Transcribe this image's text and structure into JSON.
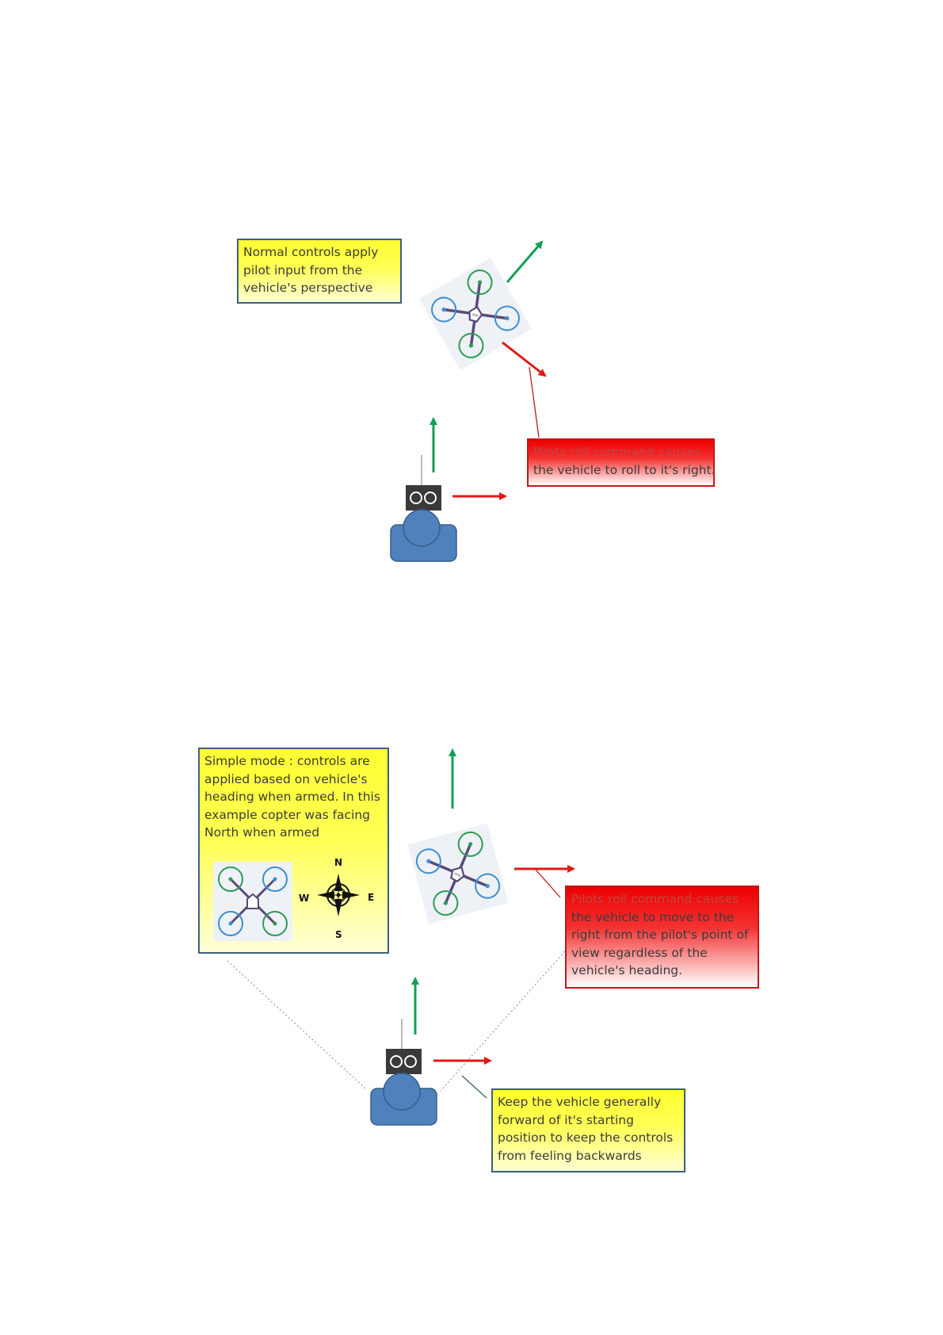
{
  "normal_mode": {
    "note_lines": [
      "Normal controls apply",
      "pilot input from the",
      "vehicle's perspective"
    ],
    "roll_note_lines": [
      "Pilots roll command causes",
      "the vehicle to roll to it's right."
    ]
  },
  "simple_mode": {
    "note_lines": [
      "Simple mode : controls are",
      "applied based on vehicle's",
      "heading when armed.  In this",
      "example copter was facing",
      "North when armed"
    ],
    "roll_note_lines": [
      "Pilots roll command causes",
      "the vehicle to move to the",
      "right from the pilot's point of",
      "view regardless of the",
      "vehicle's heading."
    ],
    "tip_lines": [
      "Keep the vehicle generally",
      "forward of it's starting",
      "position to keep the controls",
      "from feeling backwards"
    ],
    "compass": {
      "n": "N",
      "s": "S",
      "e": "E",
      "w": "W"
    }
  },
  "colors": {
    "green_arrow": "#11a052",
    "red_arrow": "#e01818",
    "pilot_body": "#4f81bd",
    "transmitter": "#3a3a3a",
    "prop_cw": "#2f9a57",
    "prop_ccw": "#3b8fd0",
    "frame": "#5a4b7a"
  },
  "icons": [
    "quadcopter-icon",
    "transmitter-icon",
    "pilot-icon",
    "compass-icon"
  ]
}
